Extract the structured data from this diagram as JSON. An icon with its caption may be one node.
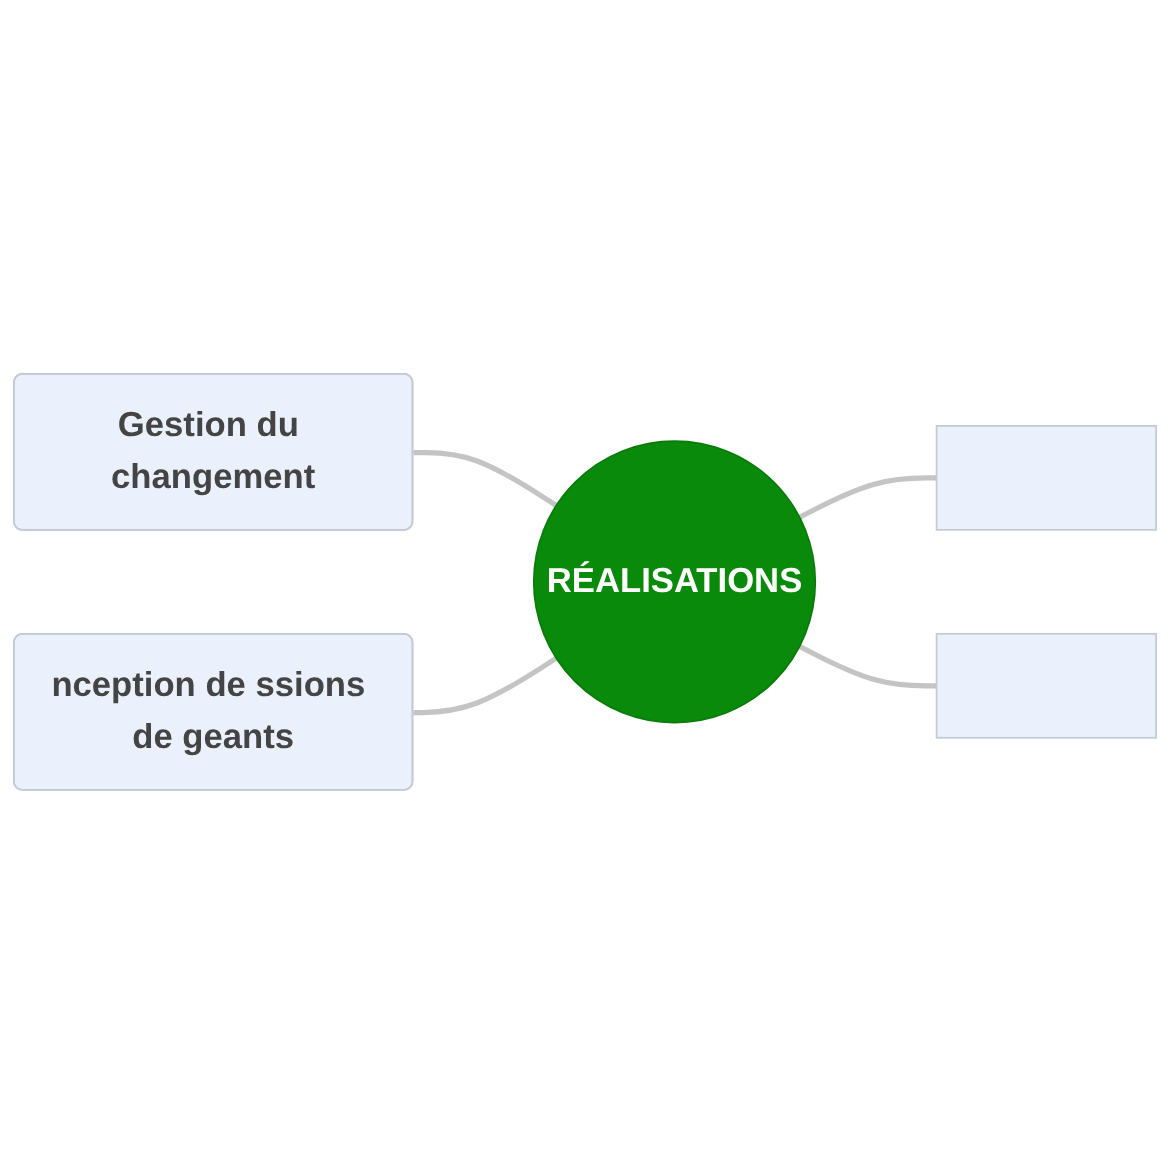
{
  "diagram": {
    "nodes": [
      {
        "text": [
          "RÉALISATIONS"
        ]
      },
      {
        "text": [
          "Gestion du changement"
        ]
      },
      {
        "text": [
          "nception de ssions de geants"
        ]
      },
      {
        "text": [],
        "shape": "box"
      },
      {
        "text": [],
        "shape": "box"
      }
    ],
    "edges": [
      {
        "from": 1,
        "to": 0,
        "arrow": "none"
      },
      {
        "from": 2,
        "to": 0,
        "arrow": "none"
      },
      {
        "from": 0,
        "to": 3,
        "arrow": "none"
      },
      {
        "from": 0,
        "to": 4,
        "arrow": "none"
      }
    ]
  }
}
